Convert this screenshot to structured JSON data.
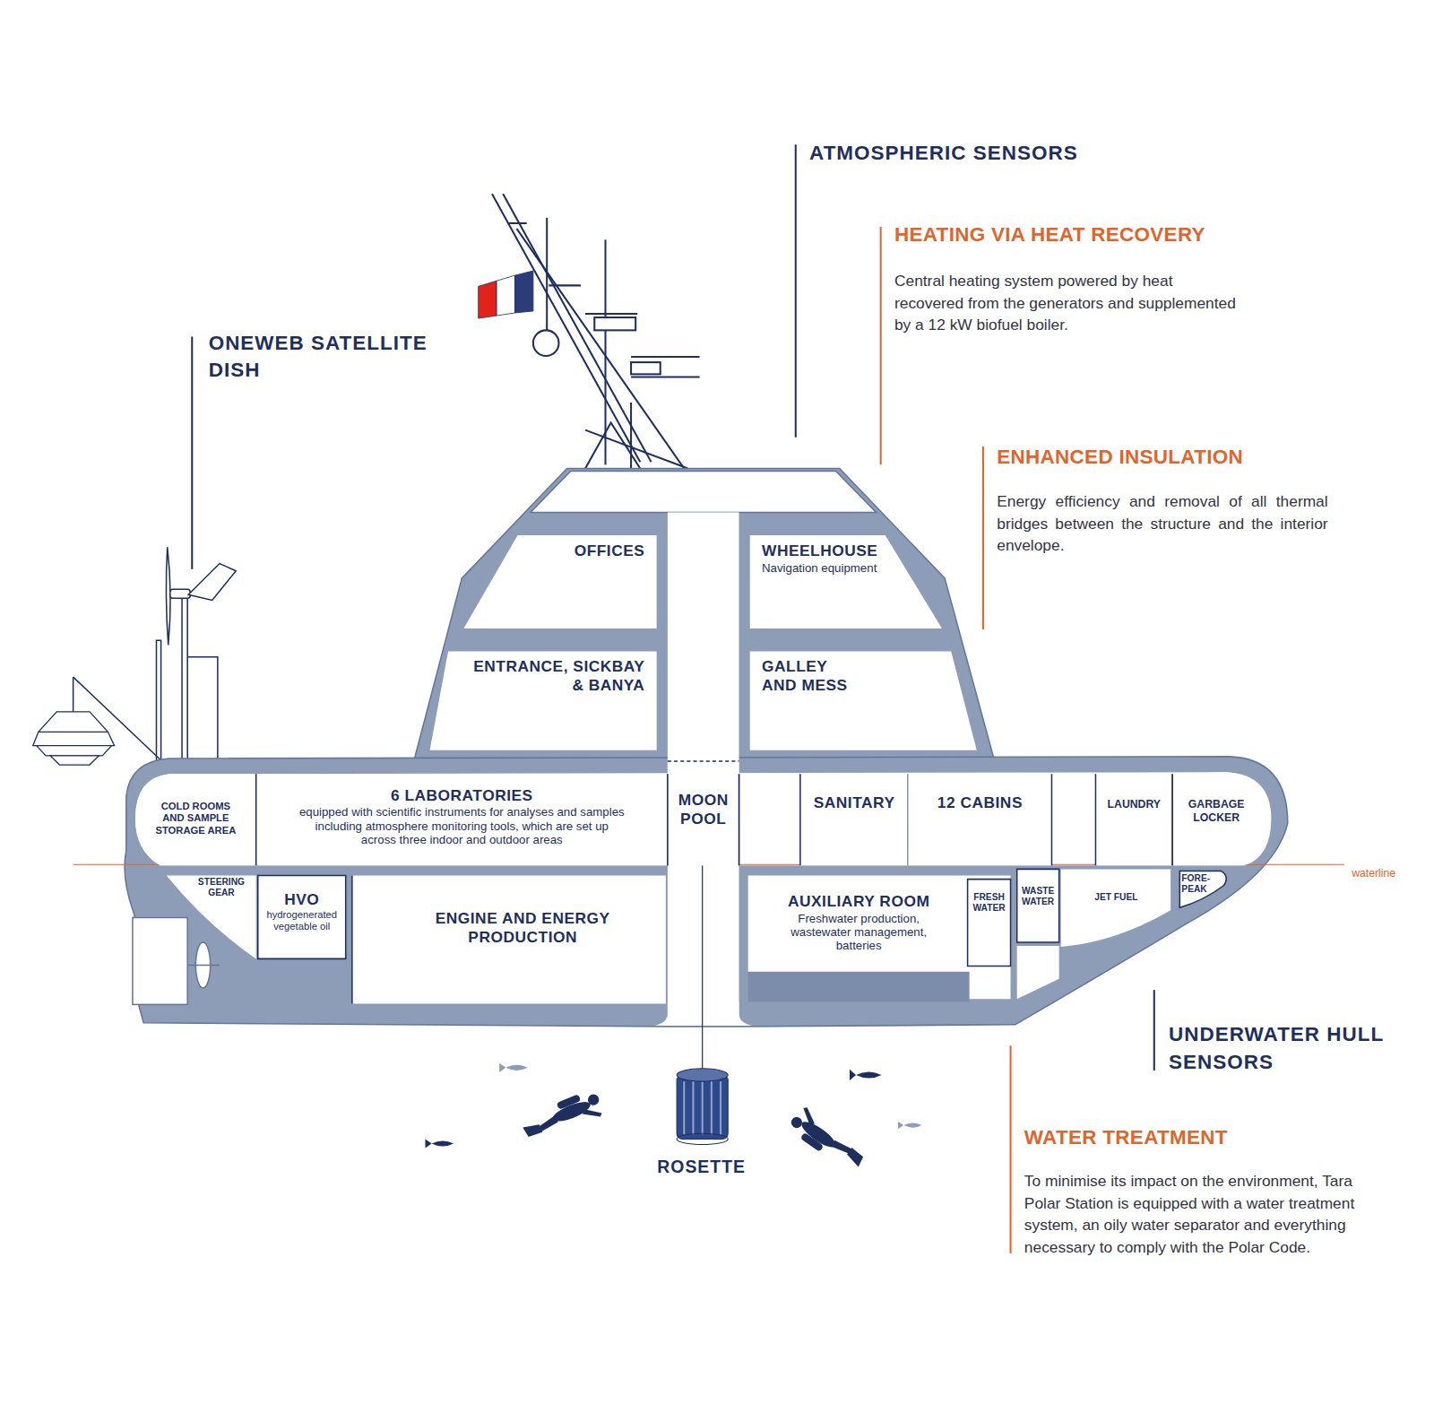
{
  "diagram": {
    "nodes": [
      {
        "text": [
          "OFFICES"
        ]
      },
      {
        "text": [
          "WHEELHOUSE",
          "Navigation equipment"
        ]
      },
      {
        "text": [
          "ENTRANCE, SICKBAY & BANYA"
        ]
      },
      {
        "text": [
          "GALLEY AND MESS"
        ]
      },
      {
        "text": [
          "COLD ROOMS AND SAMPLE STORAGE AREA"
        ]
      },
      {
        "text": [
          "6 LABORATORIES",
          "equipped with scientific instruments for analyses and samples including atmosphere monitoring tools, which are set up across three indoor and outdoor areas"
        ]
      },
      {
        "text": [
          "MOON POOL"
        ]
      },
      {
        "text": [
          "SANITARY"
        ]
      },
      {
        "text": [
          "12 CABINS"
        ]
      },
      {
        "text": [
          "LAUNDRY"
        ]
      },
      {
        "text": [
          "GARBAGE LOCKER"
        ]
      },
      {
        "text": [
          "STEERING GEAR"
        ]
      },
      {
        "text": [
          "HVO",
          "hydrogenerated vegetable oil"
        ]
      },
      {
        "text": [
          "ENGINE AND ENERGY PRODUCTION"
        ]
      },
      {
        "text": [
          "AUXILIARY ROOM",
          "Freshwater production, wastewater management, batteries"
        ]
      },
      {
        "text": [
          "FRESH WATER"
        ],
        "in": 14
      },
      {
        "text": [
          "WASTE WATER"
        ]
      },
      {
        "text": [
          "JET FUEL"
        ]
      },
      {
        "text": [
          "FORE-PEAK"
        ]
      }
    ],
    "labels": [
      "ATMOSPHERIC SENSORS",
      "HEATING VIA HEAT RECOVERY",
      "Central heating system powered by heat recovered from the generators and supplemented by a 12 kW biofuel boiler.",
      "ONEWEB SATELLITE DISH",
      "ENHANCED INSULATION",
      "Energy efficiency and removal of all thermal bridges between the structure and the interior envelope.",
      "waterline",
      "UNDERWATER HULL SENSORS",
      "ROSETTE",
      "WATER TREATMENT",
      "To minimise its impact on the environment, Tara Polar Station is equipped with a water treatment system, an oily water separator and everything necessary to comply with the Polar Code."
    ]
  }
}
